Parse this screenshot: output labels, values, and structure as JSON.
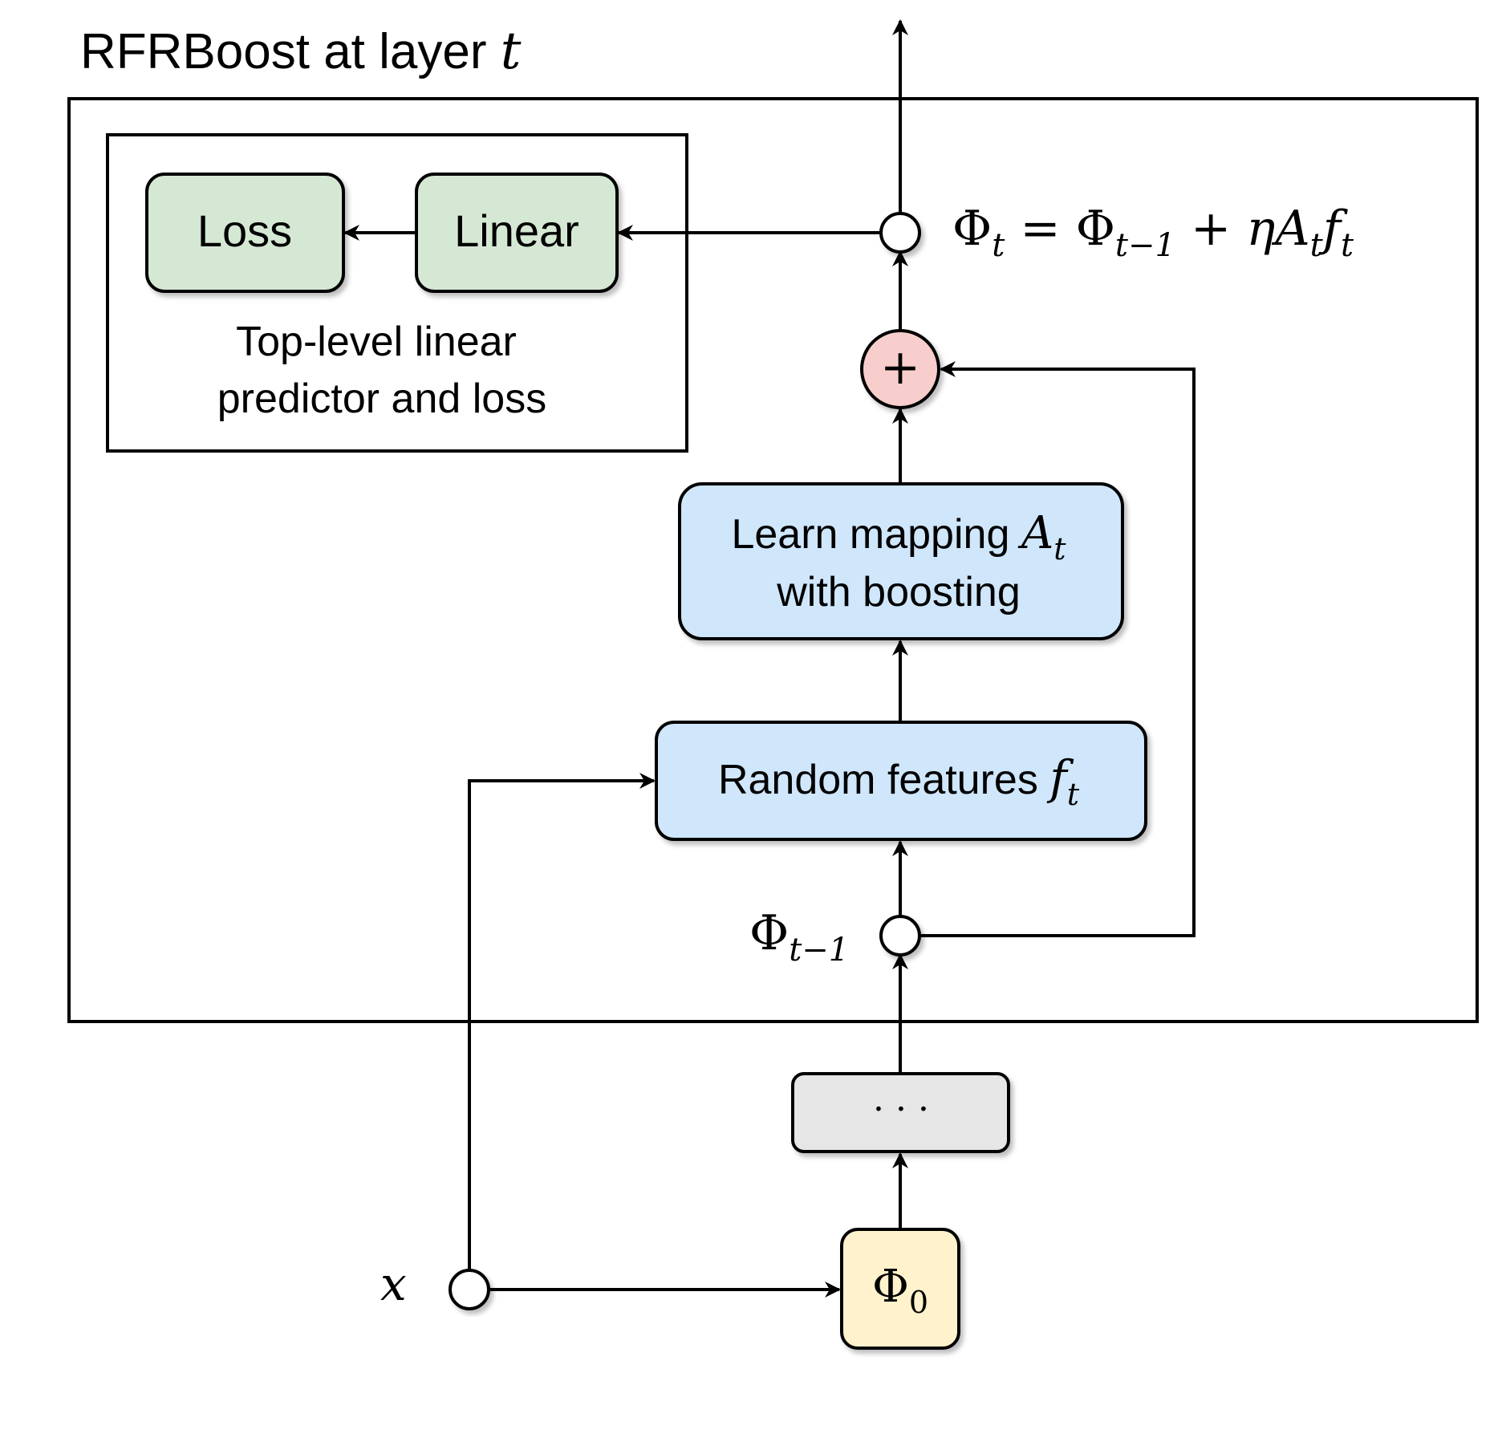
{
  "title": {
    "text": "RFRBoost at layer ",
    "var": "t"
  },
  "predictor_group": {
    "loss_label": "Loss",
    "linear_label": "Linear",
    "caption_line1": "Top-level linear",
    "caption_line2": "predictor and loss"
  },
  "nodes": {
    "learn_mapping_line1": "Learn mapping ",
    "learn_mapping_var": "A",
    "learn_mapping_sub": "t",
    "learn_mapping_line2": "with boosting",
    "random_features": "Random features ",
    "random_features_var": "f",
    "random_features_sub": "t",
    "ellipsis": "· · ·",
    "phi0_symbol": "Φ",
    "phi0_sub": "0",
    "plus_symbol": "+"
  },
  "labels": {
    "update_eq": {
      "phi": "Φ",
      "t": "t",
      "eq": " = ",
      "tm1": "t−1",
      "plus": " + ",
      "eta": "η",
      "A": "A",
      "f": "f"
    },
    "phi_prev": {
      "phi": "Φ",
      "sub": "t−1"
    },
    "input_x": "x"
  },
  "colors": {
    "green_fill": "#d5e8d4",
    "blue_fill": "#cfe6fb",
    "gray_fill": "#e6e6e6",
    "yellow_fill": "#fff2cc",
    "red_fill": "#f8cecc",
    "stroke": "#000000"
  }
}
